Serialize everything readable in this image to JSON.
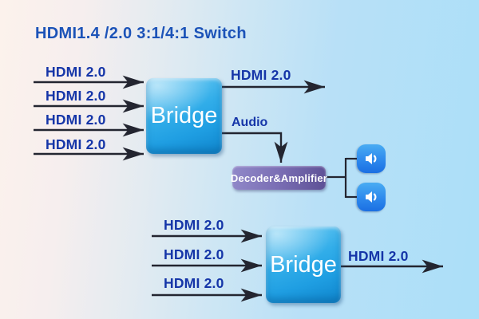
{
  "title": "HDMI1.4 /2.0 3:1/4:1 Switch",
  "palette": {
    "title_color": "#1c53b8",
    "label_color": "#1535a8",
    "wire_color": "#232530",
    "bridge_blue_light": "#6fccf4",
    "bridge_blue_dark": "#0f85cc",
    "decoder_purple_light": "#9189c9",
    "decoder_purple_dark": "#5d5095",
    "speaker_blue_light": "#49acf3",
    "speaker_blue_dark": "#1b6fe2",
    "background_left": "#fcf2ec",
    "background_right": "#abdff8"
  },
  "top_switch": {
    "inputs": [
      "HDMI 2.0",
      "HDMI 2.0",
      "HDMI 2.0",
      "HDMI 2.0"
    ],
    "bridge_label": "Bridge",
    "output_label": "HDMI 2.0",
    "audio_label": "Audio",
    "decoder_label": "Decoder&Amplifier",
    "speaker_icons": [
      {
        "name": "speaker-icon"
      },
      {
        "name": "speaker-icon"
      }
    ]
  },
  "bottom_switch": {
    "inputs": [
      "HDMI 2.0",
      "HDMI 2.0",
      "HDMI 2.0"
    ],
    "bridge_label": "Bridge",
    "output_label": "HDMI 2.0"
  }
}
